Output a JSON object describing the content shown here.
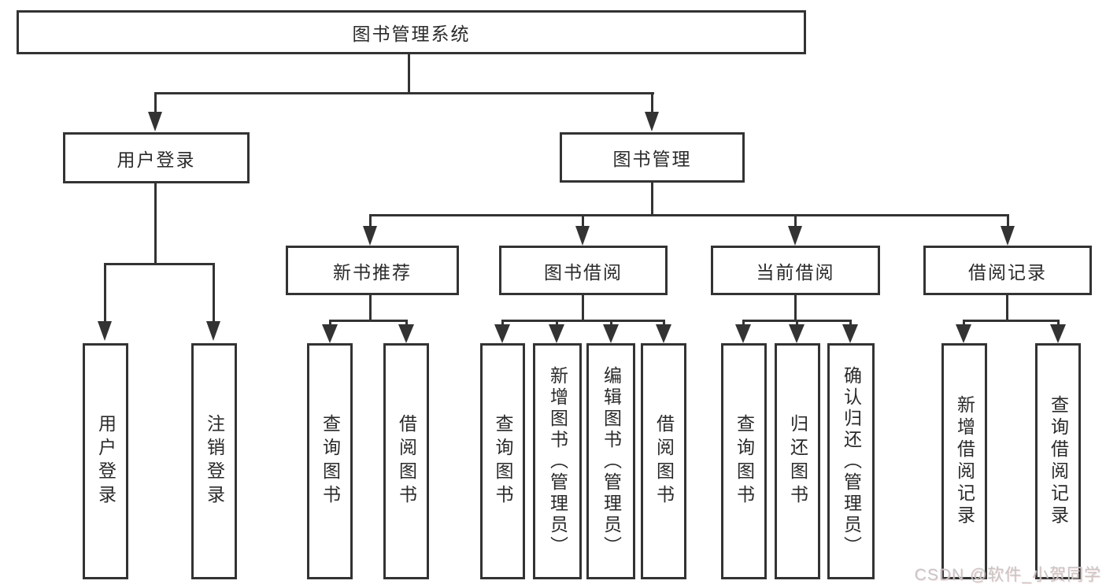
{
  "diagram": {
    "root": {
      "label": "图书管理系统",
      "children": [
        {
          "label": "用户登录",
          "children": [
            {
              "label": "用户登录"
            },
            {
              "label": "注销登录"
            }
          ]
        },
        {
          "label": "图书管理",
          "children": [
            {
              "label": "新书推荐",
              "children": [
                {
                  "label": "查询图书"
                },
                {
                  "label": "借阅图书"
                }
              ]
            },
            {
              "label": "图书借阅",
              "children": [
                {
                  "label": "查询图书"
                },
                {
                  "label": "新增图书（管理员）"
                },
                {
                  "label": "编辑图书（管理员）"
                },
                {
                  "label": "借阅图书"
                }
              ]
            },
            {
              "label": "当前借阅",
              "children": [
                {
                  "label": "查询图书"
                },
                {
                  "label": "归还图书"
                },
                {
                  "label": "确认归还（管理员）"
                }
              ]
            },
            {
              "label": "借阅记录",
              "children": [
                {
                  "label": "新增借阅记录"
                },
                {
                  "label": "查询借阅记录"
                }
              ]
            }
          ]
        }
      ]
    }
  },
  "watermark": {
    "text": "CSDN @软件_小贺同学"
  },
  "colors": {
    "line": "#333333",
    "text": "#2a2a2a",
    "watermark": "#c6c6c6",
    "background": "#ffffff"
  }
}
